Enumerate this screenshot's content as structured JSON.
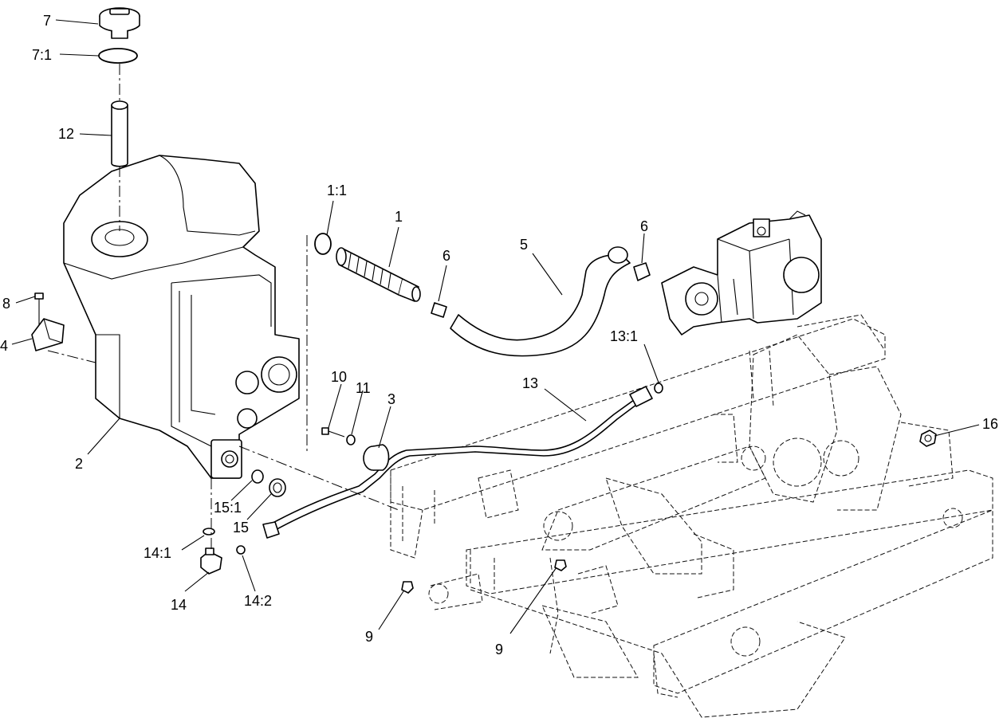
{
  "diagram": {
    "colors": {
      "line": "#000000",
      "background": "#ffffff"
    },
    "callouts": {
      "c7": "7",
      "c7_1": "7:1",
      "c12": "12",
      "c8": "8",
      "c4": "4",
      "c2": "2",
      "c1_1": "1:1",
      "c1": "1",
      "c6a": "6",
      "c5": "5",
      "c6b": "6",
      "c10": "10",
      "c11": "11",
      "c3": "3",
      "c13": "13",
      "c13_1": "13:1",
      "c16": "16",
      "c15_1": "15:1",
      "c15": "15",
      "c14_1": "14:1",
      "c14": "14",
      "c14_2": "14:2",
      "c9a": "9",
      "c9b": "9"
    }
  }
}
